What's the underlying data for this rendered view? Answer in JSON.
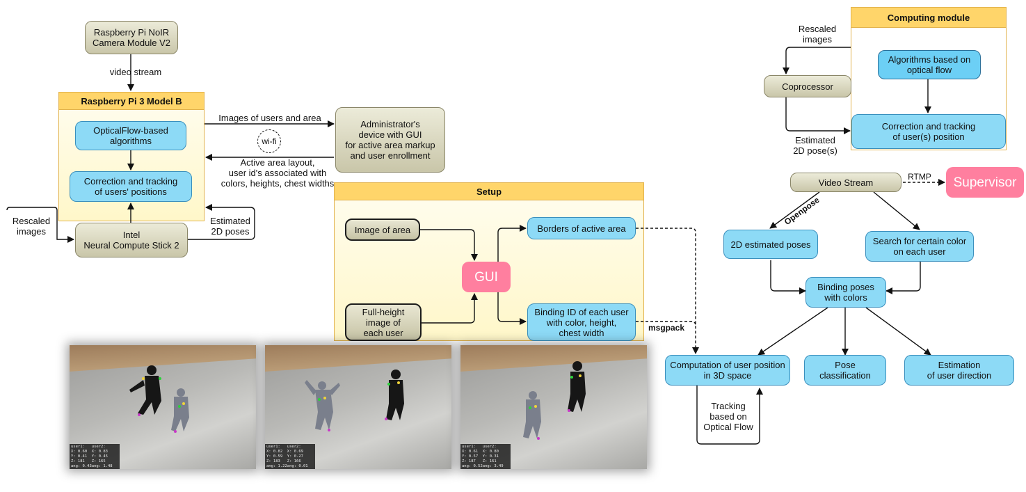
{
  "left": {
    "camera": "Raspberry Pi NoIR\nCamera Module V2",
    "video_stream": "video stream",
    "rpi_title": "Raspberry Pi 3 Model B",
    "opticalflow": "OpticalFlow-based\nalgorithms",
    "correction": "Correction and tracking\nof users' positions",
    "ncs": "Intel\nNeural Compute Stick 2",
    "rescaled": "Rescaled\nimages",
    "estimated": "Estimated\n2D poses",
    "images_users": "Images of users and area",
    "admin": "Administrator's\ndevice with GUI\nfor active area markup\nand user enrollment",
    "wifi": "wi-fi",
    "layout_note": "Active area layout,\nuser id's associated with\ncolors, heights, chest widths"
  },
  "setup": {
    "title": "Setup",
    "image_area": "Image of area",
    "full_height": "Full-height\nimage of\neach user",
    "gui": "GUI",
    "borders": "Borders of active area",
    "binding_id": "Binding ID of each user\nwith color, height,\nchest width",
    "msgpack": "msgpack"
  },
  "compute": {
    "title": "Computing module",
    "rescaled": "Rescaled\nimages",
    "coprocessor": "Coprocessor",
    "algorithms": "Algorithms based on\noptical flow",
    "correction": "Correction and tracking\nof user(s) position",
    "estimated": "Estimated\n2D pose(s)"
  },
  "pipeline": {
    "video_stream": "Video Stream",
    "rtmp": "RTMP",
    "supervisor": "Supervisor",
    "openpose": "Openpose",
    "estimated_poses": "2D estimated poses",
    "search_color": "Search for certain color\non each user",
    "binding_poses": "Binding poses\nwith colors",
    "computation": "Computation of user position\nin 3D space",
    "pose_class": "Pose\nclassification",
    "estimation_dir": "Estimation\nof user direction",
    "tracking": "Tracking\nbased on\nOptical Flow"
  },
  "photos": [
    {
      "hud": "user1:   user2:\nX: 0.60  X: 0.83\nY: 0.41  Y: 0.45\nZ: 181   Z: 165\nang: 0.43ang: 1.48"
    },
    {
      "hud": "user1:   user2:\nX: 0.82  X: 0.69\nY: 0.59  Y: 0.27\nZ: 183   Z: 166\nang: 1.22ang: 0.01"
    },
    {
      "hud": "user1:   user2:\nX: 0.61  X: 0.80\nY: 0.57  Y: 0.31\nZ: 187   Z: 161\nang: 0.52ang: 3.49"
    }
  ],
  "colors": {
    "blue_box": "#8ddaf6",
    "panel_header": "#ffd56a",
    "panel_bg": "#fff7c9",
    "pink": "#ff7f9f",
    "tan": "#d6d3b8"
  }
}
